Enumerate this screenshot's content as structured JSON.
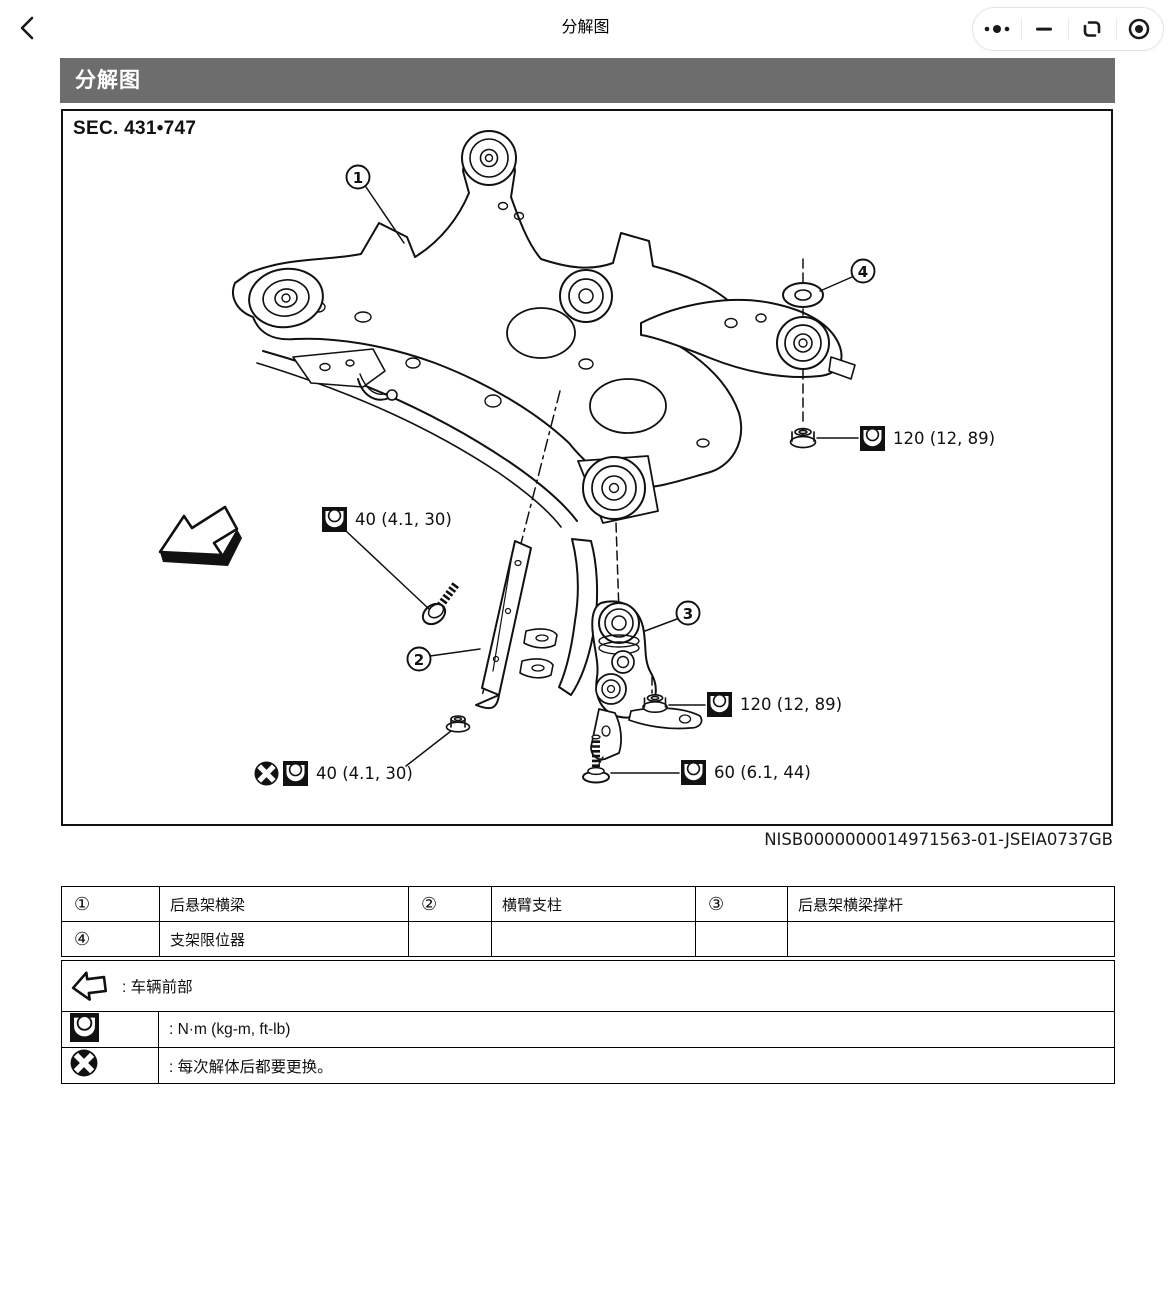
{
  "window": {
    "title": "分解图"
  },
  "header": {
    "title": "分解图"
  },
  "figure": {
    "sec_label": "SEC. 431•747",
    "figure_id": "NISB0000000014971563-01-JSEIA0737GB",
    "callouts": {
      "c1": "1",
      "c2": "2",
      "c3": "3",
      "c4": "4"
    },
    "torque_labels": {
      "upper_bolt": "40 (4.1, 30)",
      "right_nut": "120 (12, 89)",
      "mid_nut": "120 (12, 89)",
      "lower_bolt": "60 (6.1, 44)",
      "replace_nut": "40 (4.1, 30)"
    }
  },
  "parts_table": {
    "rows": [
      {
        "c1_num": "①",
        "c1_label": "后悬架横梁",
        "c2_num": "②",
        "c2_label": "横臂支柱",
        "c3_num": "③",
        "c3_label": "后悬架横梁撑杆"
      },
      {
        "c1_num": "④",
        "c1_label": "支架限位器",
        "c2_num": "",
        "c2_label": "",
        "c3_num": "",
        "c3_label": ""
      }
    ]
  },
  "legend": {
    "front_label": ": 车辆前部",
    "torque_label": ": N·m (kg-m, ft-lb)",
    "replace_label": ": 每次解体后都要更换。"
  },
  "colors": {
    "header_bg": "#6d6d6d",
    "line": "#111111",
    "icon_bg": "#111111"
  }
}
